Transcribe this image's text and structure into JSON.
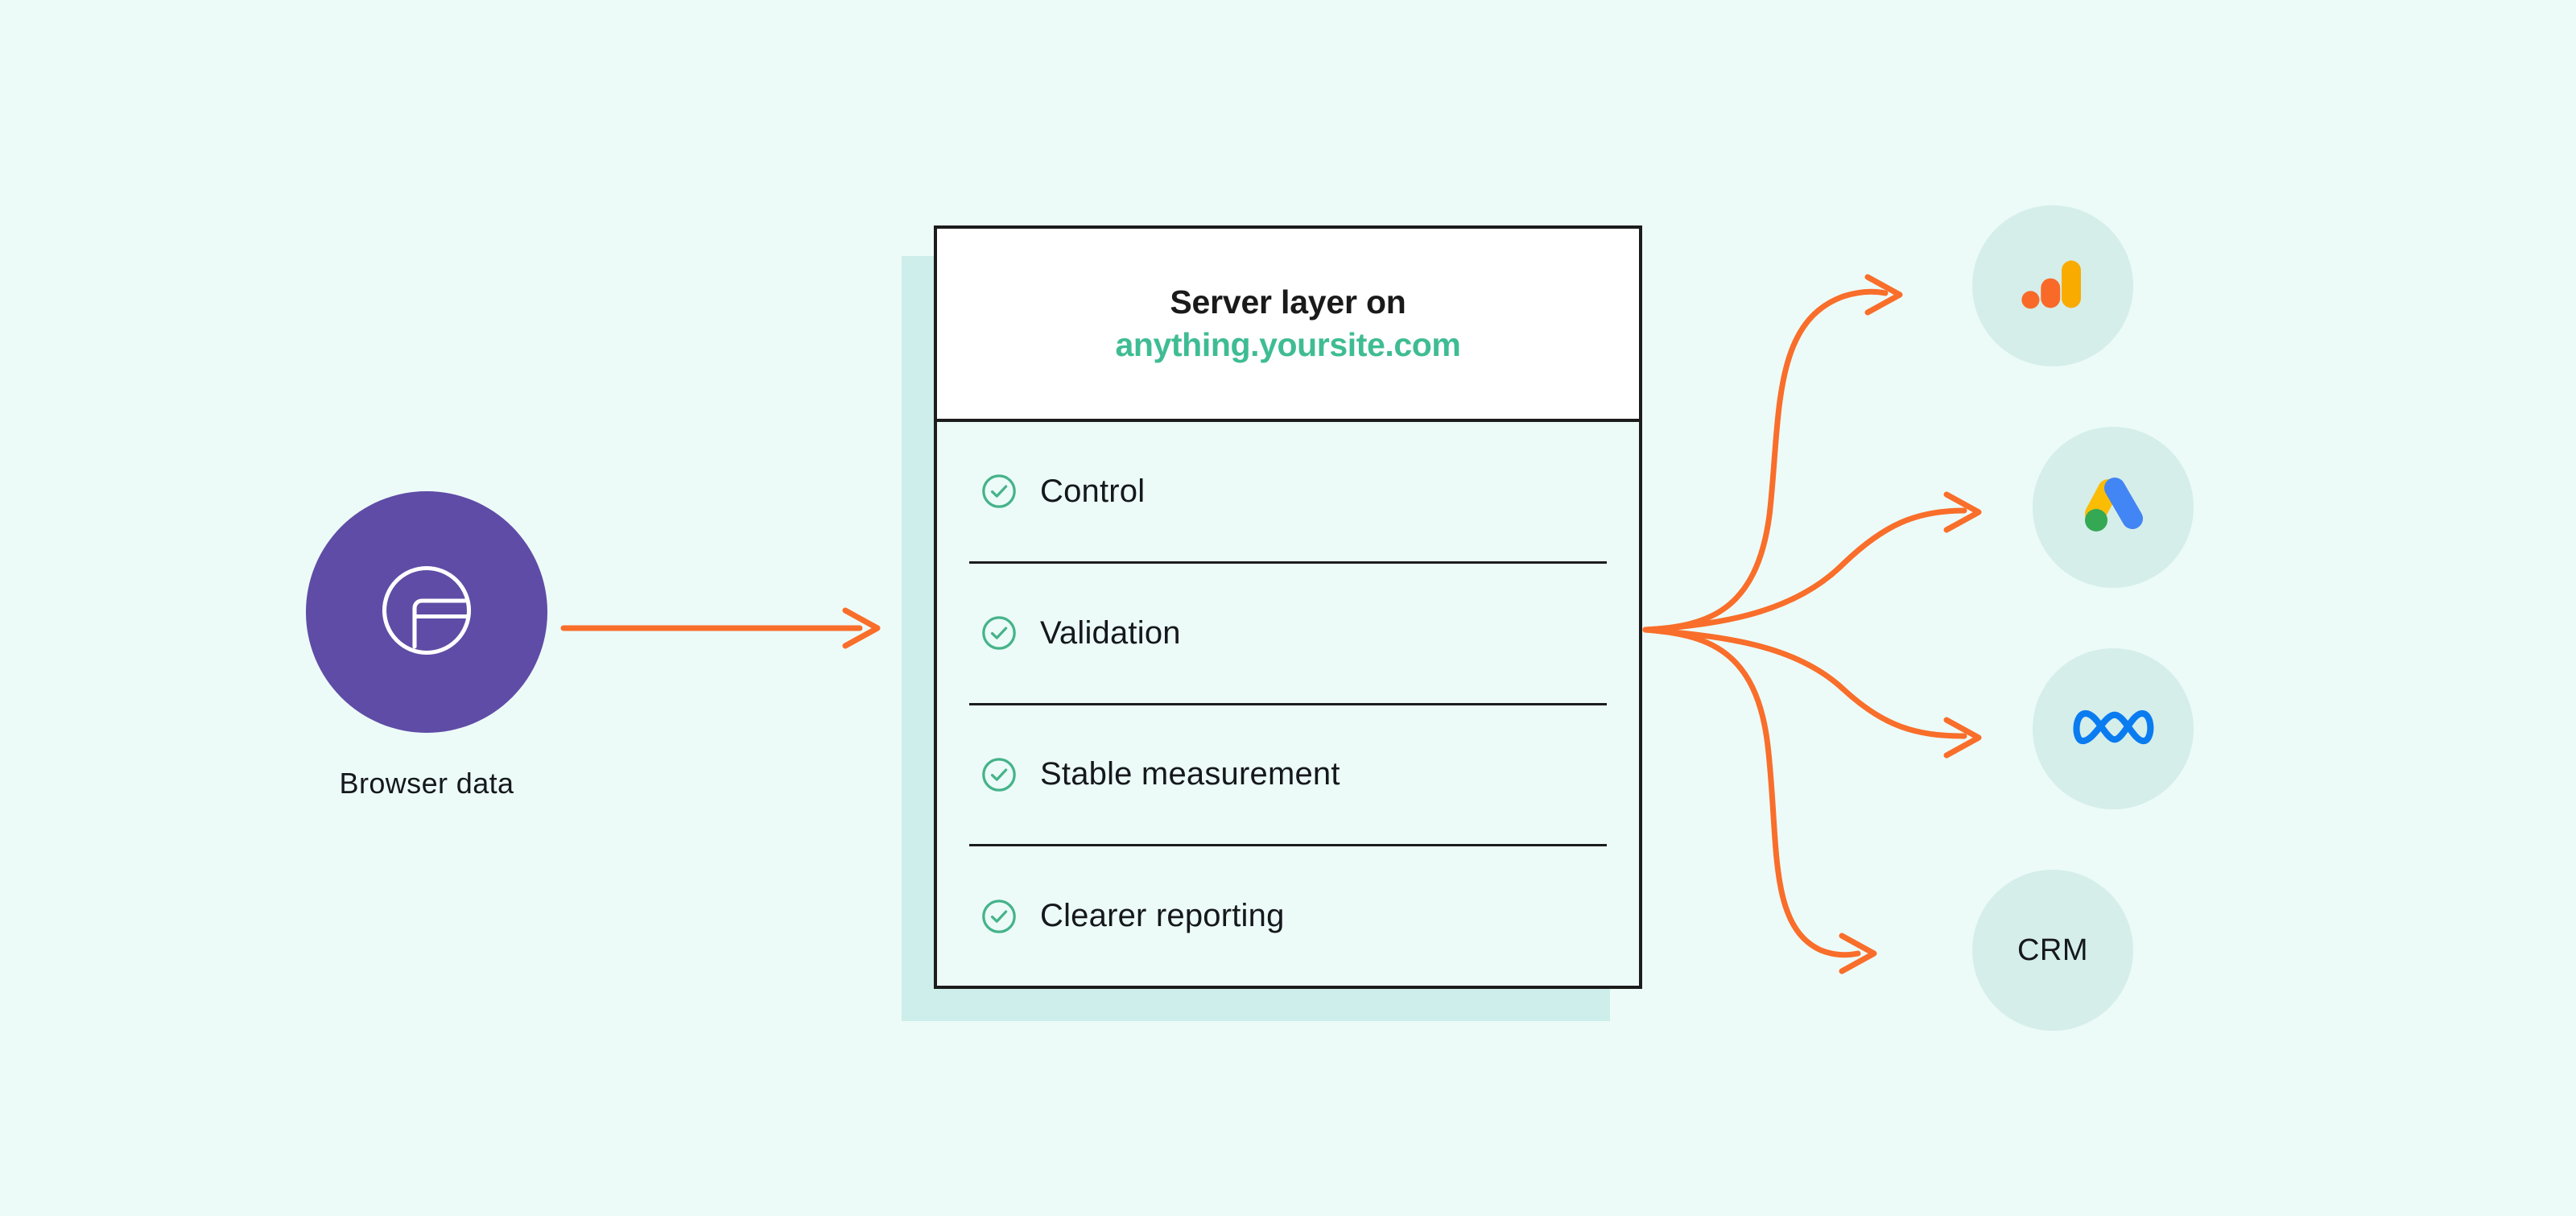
{
  "background_color": "#ECFBF8",
  "accent_colors": {
    "arrow": "#F96E2A",
    "card_border": "#1C1C1C",
    "card_shadow": "#CDEEEA",
    "domain_green": "#3FBC93",
    "check_green": "#45B389",
    "source_purple": "#5F4CA6",
    "dest_circle": "#D5EEEA"
  },
  "source": {
    "label": "Browser data",
    "icon": "browser-window-in-circle-icon"
  },
  "card": {
    "title": "Server layer on",
    "domain": "anything.yoursite.com",
    "benefits": [
      {
        "label": "Control",
        "icon": "check-circle-icon"
      },
      {
        "label": "Validation",
        "icon": "check-circle-icon"
      },
      {
        "label": "Stable measurement",
        "icon": "check-circle-icon"
      },
      {
        "label": "Clearer reporting",
        "icon": "check-circle-icon"
      }
    ]
  },
  "destinations": [
    {
      "name": "google-analytics",
      "label": "",
      "icon": "google-analytics-icon"
    },
    {
      "name": "google-ads",
      "label": "",
      "icon": "google-ads-icon"
    },
    {
      "name": "meta",
      "label": "",
      "icon": "meta-infinity-icon"
    },
    {
      "name": "crm",
      "label": "CRM",
      "icon": "text-label"
    }
  ]
}
